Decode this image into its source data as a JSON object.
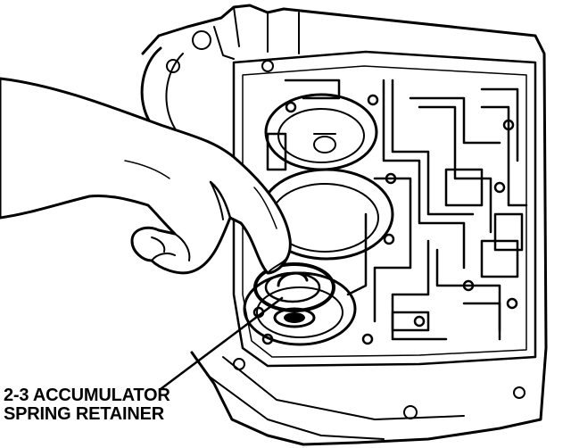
{
  "callout": {
    "line1": "2-3 ACCUMULATOR",
    "line2": "SPRING RETAINER"
  },
  "colors": {
    "ink": "#000000",
    "paper": "#ffffff"
  },
  "icons": [
    "hand",
    "transmission-case",
    "valve-body",
    "accumulator-bore",
    "spring-retainer",
    "leader-line"
  ]
}
